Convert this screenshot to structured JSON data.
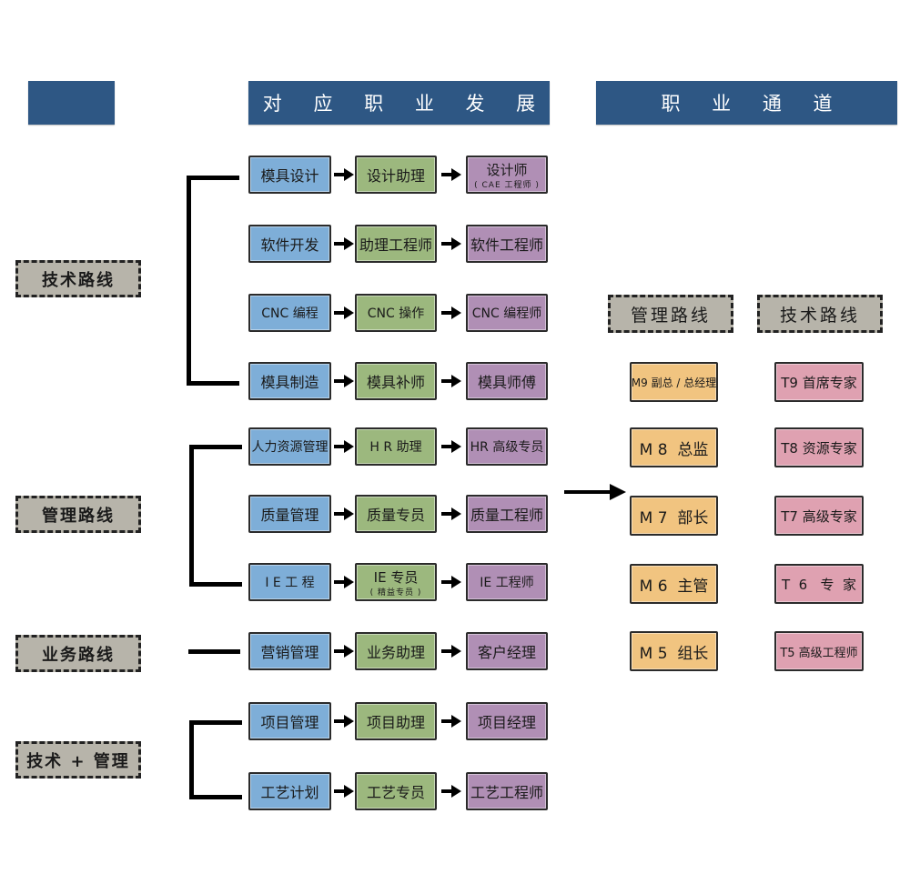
{
  "headers": {
    "left_blank": "",
    "career_development": "对 应 职 业 发 展",
    "career_channel": "职 业 通 道"
  },
  "routes": {
    "technical": "技术路线",
    "management": "管理路线",
    "business": "业务路线",
    "tech_plus_mgmt": "技术 + 管理"
  },
  "career_paths": [
    {
      "group": "technical",
      "steps": [
        {
          "title": "模具设计"
        },
        {
          "title": "设计助理"
        },
        {
          "title": "设计师",
          "subtitle": "( CAE 工程师 )"
        }
      ]
    },
    {
      "group": "technical",
      "steps": [
        {
          "title": "软件开发"
        },
        {
          "title": "助理工程师"
        },
        {
          "title": "软件工程师"
        }
      ]
    },
    {
      "group": "technical",
      "steps": [
        {
          "title": "CNC 编程"
        },
        {
          "title": "CNC 操作"
        },
        {
          "title": "CNC 编程师"
        }
      ]
    },
    {
      "group": "technical",
      "steps": [
        {
          "title": "模具制造"
        },
        {
          "title": "模具补师"
        },
        {
          "title": "模具师傅"
        }
      ]
    },
    {
      "group": "management",
      "steps": [
        {
          "title": "人力资源管理"
        },
        {
          "title": "H R  助理"
        },
        {
          "title": "HR 高级专员"
        }
      ]
    },
    {
      "group": "management",
      "steps": [
        {
          "title": "质量管理"
        },
        {
          "title": "质量专员"
        },
        {
          "title": "质量工程师"
        }
      ]
    },
    {
      "group": "management",
      "steps": [
        {
          "title": "I E  工 程"
        },
        {
          "title": "IE 专员",
          "subtitle": "( 精益专员 )"
        },
        {
          "title": "IE 工程师"
        }
      ]
    },
    {
      "group": "business",
      "steps": [
        {
          "title": "营销管理"
        },
        {
          "title": "业务助理"
        },
        {
          "title": "客户经理"
        }
      ]
    },
    {
      "group": "tech_plus_mgmt",
      "steps": [
        {
          "title": "项目管理"
        },
        {
          "title": "项目助理"
        },
        {
          "title": "项目经理"
        }
      ]
    },
    {
      "group": "tech_plus_mgmt",
      "steps": [
        {
          "title": "工艺计划"
        },
        {
          "title": "工艺专员"
        },
        {
          "title": "工艺工程师"
        }
      ]
    }
  ],
  "channel": {
    "management_label": "管理路线",
    "technical_label": "技术路线",
    "management_levels": [
      "M9 副总 / 总经理",
      "M 8  总监",
      "M 7  部长",
      "M 6  主管",
      "M 5  组长"
    ],
    "technical_levels": [
      "T9 首席专家",
      "T8 资源专家",
      "T7 高级专家",
      "T  6   专  家",
      "T5 高级工程师"
    ]
  },
  "colors": {
    "header": "#2e5784",
    "entry_role": "#7eaed8",
    "assistant_role": "#9cb87e",
    "senior_role": "#b08fb5",
    "management_level": "#f1c480",
    "technical_level": "#dfa1b1",
    "route_label": "#b7b4aa"
  }
}
